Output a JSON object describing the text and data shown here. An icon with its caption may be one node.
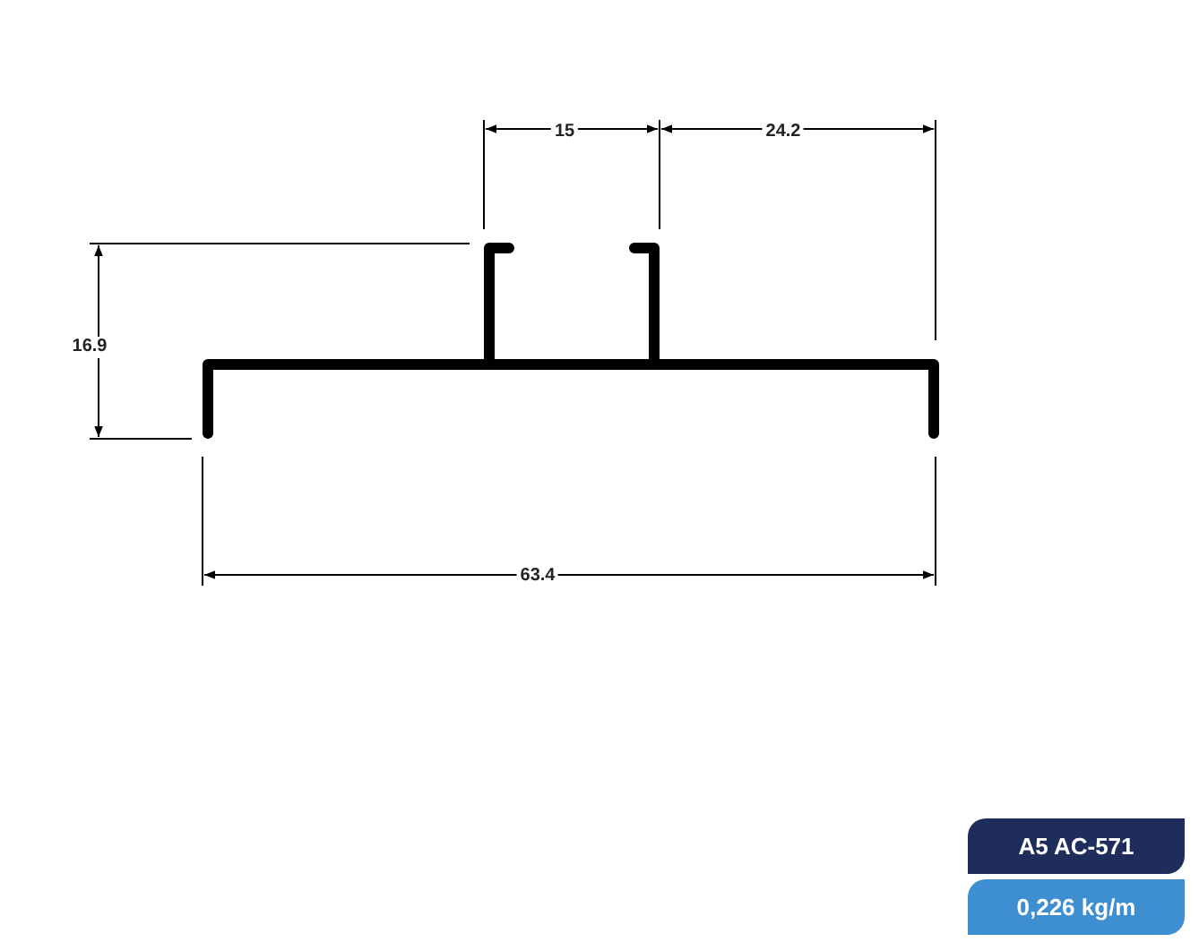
{
  "diagram": {
    "nodes": [
      {
        "text": [
          "A5 AC-571"
        ]
      },
      {
        "text": [
          "0,226 kg/m"
        ]
      }
    ],
    "labels": [
      "15",
      "24.2",
      "16.9",
      "63.4"
    ]
  }
}
